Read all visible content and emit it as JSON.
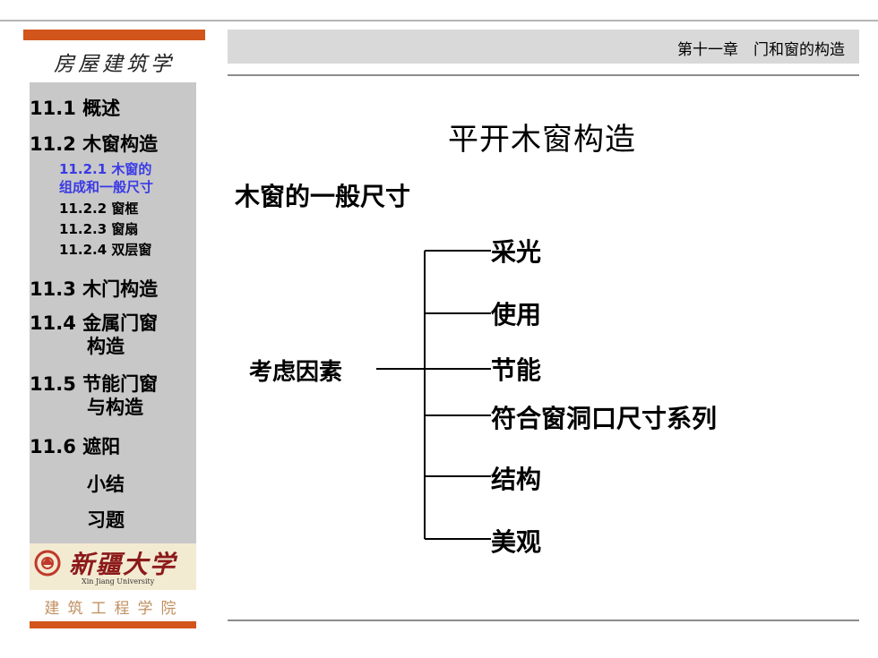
{
  "book_title": "房屋建筑学",
  "header": {
    "chapter": "第十一章　门和窗的构造"
  },
  "sidebar": {
    "items": [
      {
        "label": "11.1 概述"
      },
      {
        "label": "11.2 木窗构造"
      },
      {
        "label": "11.2.1 木窗的"
      },
      {
        "label": "组成和一般尺寸"
      },
      {
        "label": "11.2.2 窗框"
      },
      {
        "label": "11.2.3 窗扇"
      },
      {
        "label": "11.2.4 双层窗"
      },
      {
        "label": "11.3 木门构造"
      },
      {
        "label": "11.4 金属门窗"
      },
      {
        "label": "构造"
      },
      {
        "label": "11.5 节能门窗"
      },
      {
        "label": "与构造"
      },
      {
        "label": "11.6 遮阳"
      },
      {
        "label": "小结"
      },
      {
        "label": "习题"
      }
    ]
  },
  "university": {
    "name_cn": "新疆大学",
    "name_en": "Xin Jiang University",
    "college": "建筑工程学院"
  },
  "slide": {
    "title": "平开木窗构造",
    "heading": "木窗的一般尺寸",
    "root": "考虑因素",
    "branches": [
      "采光",
      "使用",
      "节能",
      "符合窗洞口尺寸系列",
      "结构",
      "美观"
    ]
  },
  "colors": {
    "accent": "#d2551b",
    "sidebar_bg": "#c8c8c8",
    "active_link": "#3a3ae6"
  }
}
